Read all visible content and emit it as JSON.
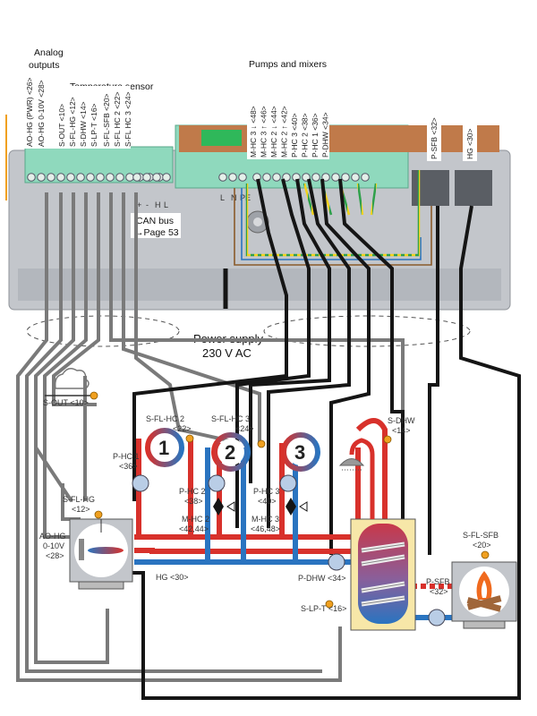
{
  "headings": {
    "analog_outputs": [
      "Analog",
      "outputs"
    ],
    "temperature_sensor": "Temperature sensor",
    "pumps_and_mixers": "Pumps and mixers",
    "can_bus": [
      "CAN bus",
      "→Page 53"
    ],
    "power_supply": [
      "Power supply",
      "230 V AC"
    ]
  },
  "terminal_labels": {
    "analog": [
      "AO-HG (PWR) <26>",
      "AO-HG 0-10V <28>"
    ],
    "temperature": [
      "S-OUT <10>",
      "S-FL-HG <12>",
      "S-DHW <14>",
      "S-LP-T <16>",
      "S-FL-SFB <20>",
      "S-FL HC 2 <22>",
      "S-FL HC 3 <24>"
    ],
    "pumps": [
      "M-HC 3 ↓ <48>",
      "M-HC 3 ↑ <46>",
      "M-HC 2 ↓ <44>",
      "M-HC 2 ↑ <42>",
      "P-HC 3 <40>",
      "P-HC 2 <38>",
      "P-HC 1 <36>",
      "P-DHW <34>"
    ],
    "p_sfb": "P-SFB <32>",
    "hg": "HG <30>",
    "mains_terminal": [
      "L",
      "N",
      "PE"
    ],
    "can_terminal": [
      "+",
      "-",
      "H",
      "L"
    ]
  },
  "components": {
    "s_out": "S-OUT <10>",
    "s_fl_hc2": [
      "S-FL-HC 2",
      "<22>"
    ],
    "s_fl_hc3": [
      "S-FL-HC 3",
      "<24>"
    ],
    "s_dhw": [
      "S-DHW",
      "<14>"
    ],
    "p_hc1": [
      "P-HC 1",
      "<36>"
    ],
    "p_hc2": [
      "P-HC 2",
      "<38>"
    ],
    "p_hc3": [
      "P-HC 3",
      "<40>"
    ],
    "m_hc2": [
      "M-HC 2",
      "<42,44>"
    ],
    "m_hc3": [
      "M-HC 3",
      "<46,48>"
    ],
    "s_fl_hg": [
      "S-FL-HG",
      "<12>"
    ],
    "ao_hg": [
      "AO-HG",
      "0-10V",
      "<28>"
    ],
    "hg": "HG <30>",
    "p_dhw": "P-DHW <34>",
    "s_lp_t": "S-LP-T <16>",
    "p_sfb": [
      "P-SFB",
      "<32>"
    ],
    "s_fl_sfb": [
      "S-FL-SFB",
      "<20>"
    ],
    "circuit_numbers": [
      "1",
      "2",
      "3"
    ]
  },
  "colors": {
    "flow_red": "#d8312b",
    "return_blue": "#2a74c0",
    "cable_black": "#151515",
    "cable_grey": "#7a7a7a",
    "sensor_orange": "#f0a020",
    "board_green": "#7fd0b0",
    "housing_grey": "#c3c6cb",
    "tank_yellow": "#f7e7a8",
    "pump_fill": "#b9cde6"
  }
}
